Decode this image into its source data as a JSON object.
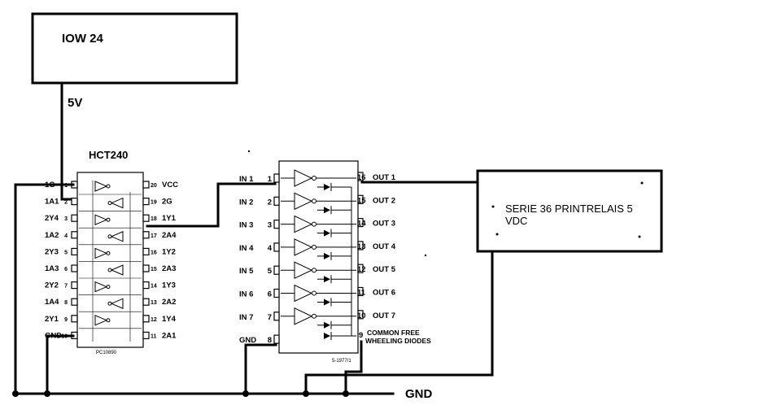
{
  "blocks": {
    "iow": "IOW 24",
    "supply": "5V",
    "hct_title": "HCT240",
    "relay_line1": "SERIE 36 PRINTRELAIS 5",
    "relay_line2": "VDC",
    "gnd": "GND",
    "hct_footnote": "PC10890",
    "uln_footnote": "5-1977/1"
  },
  "hct240": {
    "left_pins": [
      {
        "label": "1G",
        "num": "1"
      },
      {
        "label": "1A1",
        "num": "2"
      },
      {
        "label": "2Y4",
        "num": "3"
      },
      {
        "label": "1A2",
        "num": "4"
      },
      {
        "label": "2Y3",
        "num": "5"
      },
      {
        "label": "1A3",
        "num": "6"
      },
      {
        "label": "2Y2",
        "num": "7"
      },
      {
        "label": "1A4",
        "num": "8"
      },
      {
        "label": "2Y1",
        "num": "9"
      },
      {
        "label": "GND",
        "num": "10"
      }
    ],
    "right_pins": [
      {
        "label": "VCC",
        "num": "20"
      },
      {
        "label": "2G",
        "num": "19"
      },
      {
        "label": "1Y1",
        "num": "18"
      },
      {
        "label": "2A4",
        "num": "17"
      },
      {
        "label": "1Y2",
        "num": "16"
      },
      {
        "label": "2A3",
        "num": "15"
      },
      {
        "label": "1Y3",
        "num": "14"
      },
      {
        "label": "2A2",
        "num": "13"
      },
      {
        "label": "1Y4",
        "num": "12"
      },
      {
        "label": "2A1",
        "num": "11"
      }
    ]
  },
  "uln": {
    "left_pins": [
      {
        "label": "IN 1",
        "num": "1"
      },
      {
        "label": "IN 2",
        "num": "2"
      },
      {
        "label": "IN 3",
        "num": "3"
      },
      {
        "label": "IN 4",
        "num": "4"
      },
      {
        "label": "IN 5",
        "num": "5"
      },
      {
        "label": "IN 6",
        "num": "6"
      },
      {
        "label": "IN 7",
        "num": "7"
      },
      {
        "label": "GND",
        "num": "8"
      }
    ],
    "right_pins": [
      {
        "label": "OUT 1",
        "num": "16"
      },
      {
        "label": "OUT 2",
        "num": "15"
      },
      {
        "label": "OUT 3",
        "num": "14"
      },
      {
        "label": "OUT 4",
        "num": "13"
      },
      {
        "label": "OUT 5",
        "num": "12"
      },
      {
        "label": "OUT 6",
        "num": "11"
      },
      {
        "label": "OUT 7",
        "num": "10"
      }
    ],
    "common_pin_num": "9",
    "common_line1": "COMMON FREE",
    "common_line2": "WHEELING DIODES"
  }
}
